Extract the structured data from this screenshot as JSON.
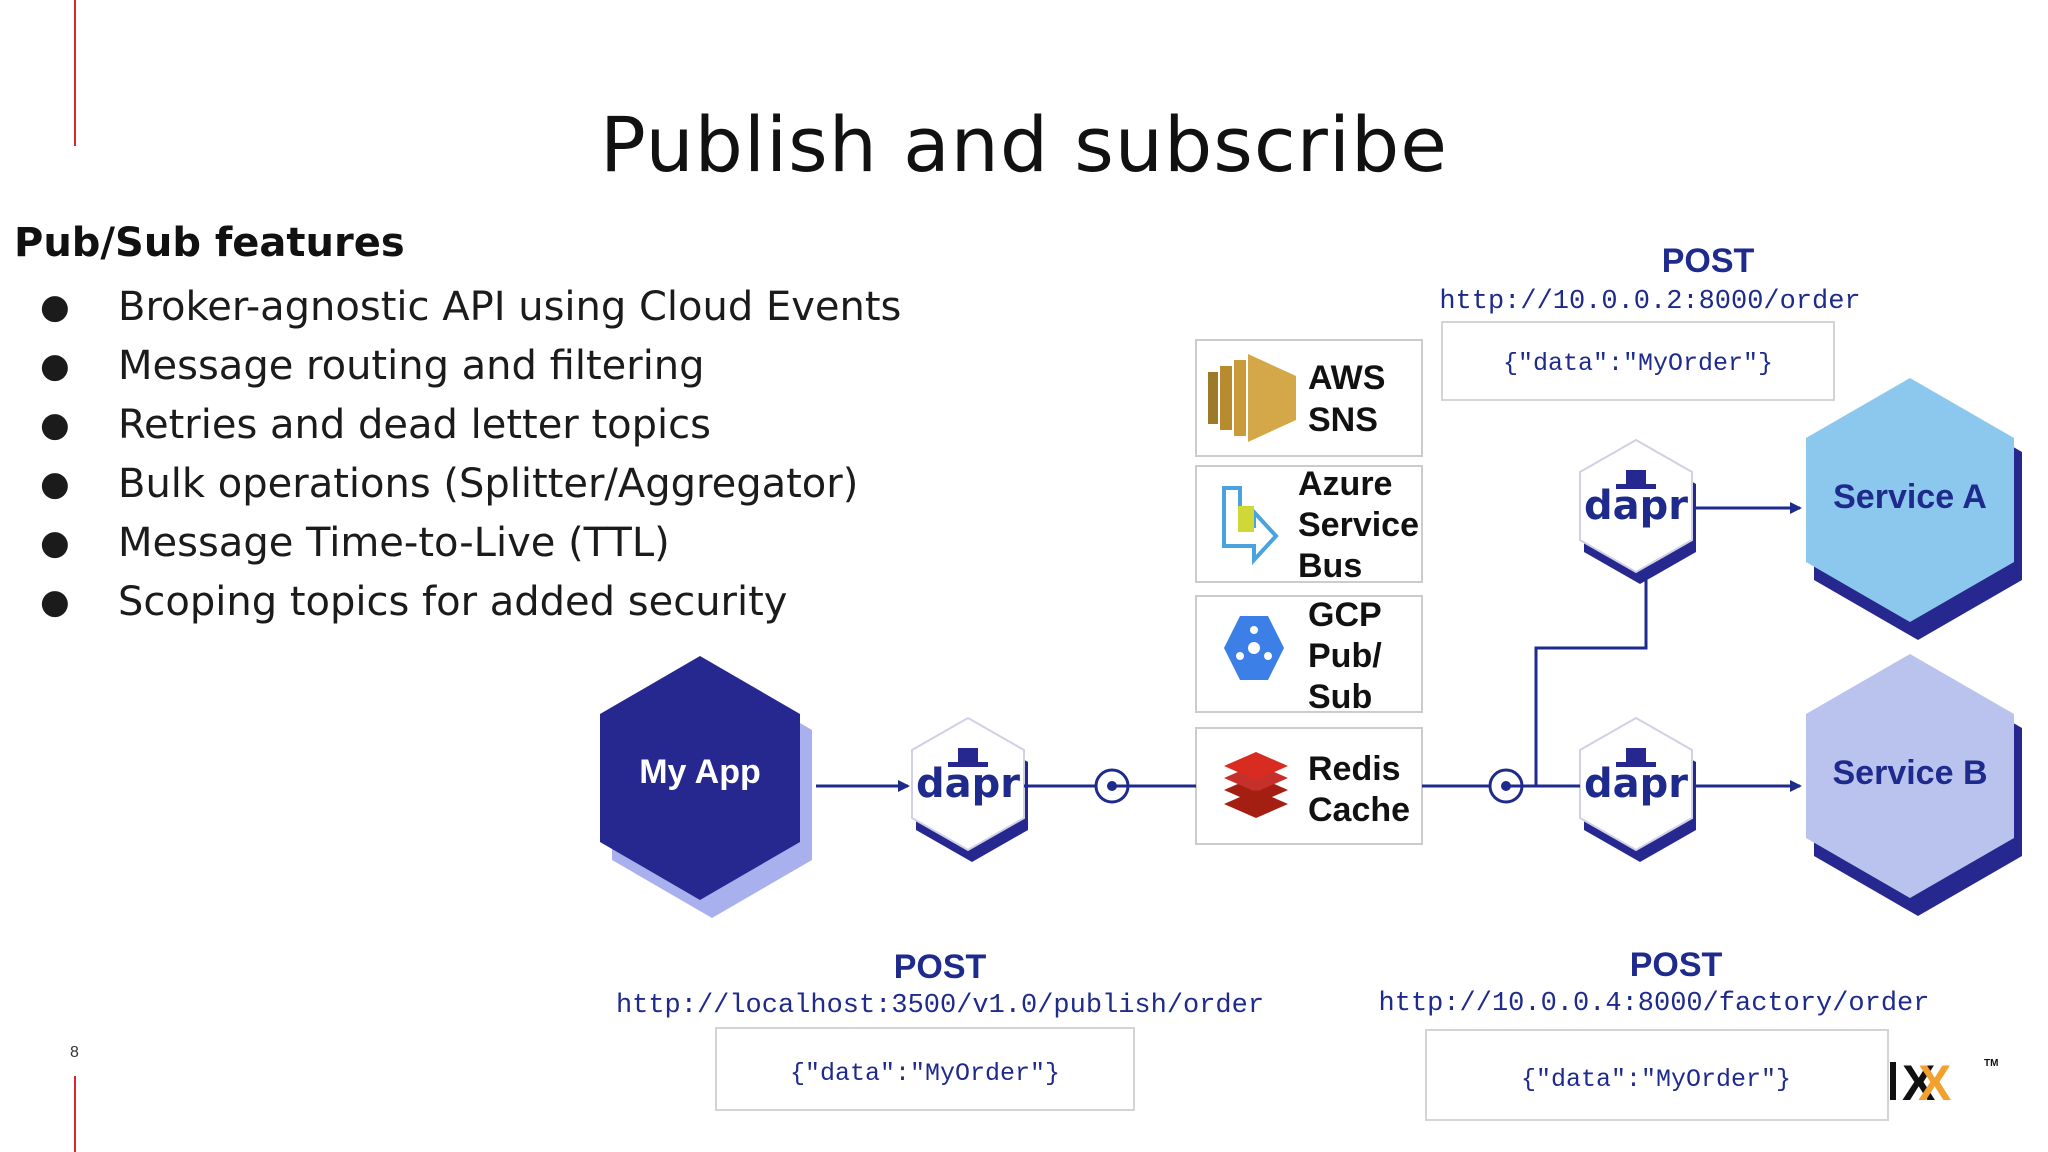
{
  "title": "Publish and subscribe",
  "features": {
    "heading": "Pub/Sub features",
    "bullet": "●",
    "items": [
      "Broker-agnostic API using Cloud Events",
      "Message routing and filtering",
      "Retries and dead letter topics",
      "Bulk operations (Splitter/Aggregator)",
      "Message Time-to-Live (TTL)",
      "Scoping topics for added security"
    ]
  },
  "page_number": "8",
  "diagram": {
    "my_app": "My App",
    "dapr": "dapr",
    "brokers": {
      "aws": [
        "AWS",
        "SNS"
      ],
      "azure": [
        "Azure",
        "Service",
        "Bus"
      ],
      "gcp": [
        "GCP",
        "Pub/",
        "Sub"
      ],
      "redis": [
        "Redis",
        "Cache"
      ]
    },
    "service_a": "Service A",
    "service_b": "Service B",
    "publish": {
      "method": "POST",
      "url": "http://localhost:3500/v1.0/publish/order",
      "body": "{\"data\":\"MyOrder\"}"
    },
    "sub_a": {
      "method": "POST",
      "url": "http://10.0.0.2:8000/order",
      "body": "{\"data\":\"MyOrder\"}"
    },
    "sub_b": {
      "method": "POST",
      "url": "http://10.0.0.4:8000/factory/order",
      "body": "{\"data\":\"MyOrder\"}"
    },
    "logo_fragment": "X",
    "trademark": "TM"
  },
  "colors": {
    "accent_red": "#d8262f",
    "navy": "#1e2a8c",
    "light_purple": "#a9b0ee",
    "service_a_fill": "#8cc8ee",
    "service_b_fill": "#b9c3ee"
  }
}
